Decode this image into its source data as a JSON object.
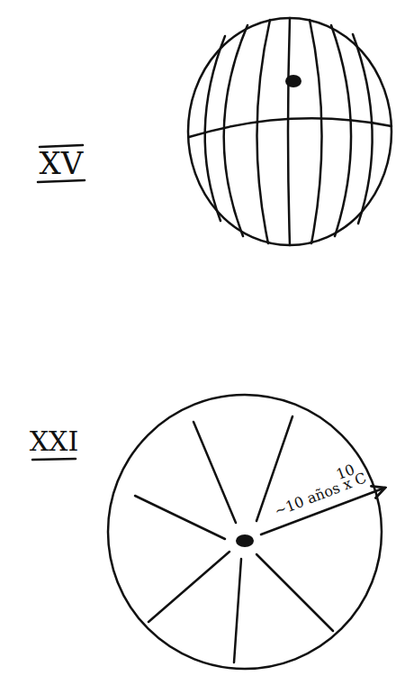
{
  "diagram": {
    "labels": [
      "XV",
      "XXI",
      "10",
      "~10 años x C"
    ]
  }
}
